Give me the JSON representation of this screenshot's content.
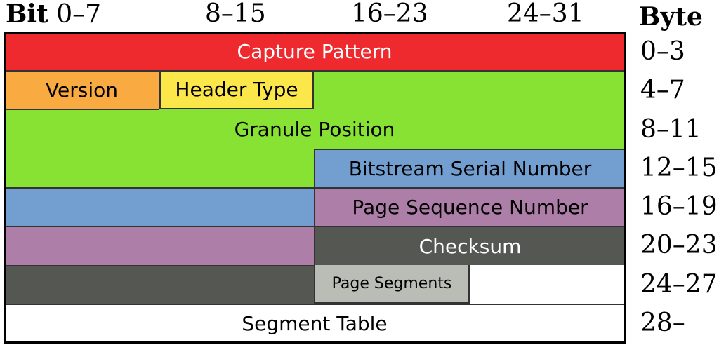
{
  "header": {
    "bit_word": "Bit",
    "bit_ranges": [
      "0–7",
      "8–15",
      "16–23",
      "24–31"
    ],
    "byte_label": "Byte"
  },
  "byte_offsets": [
    "0–3",
    "4–7",
    "8–11",
    "12–15",
    "16–19",
    "20–23",
    "24–27",
    "28–"
  ],
  "fields": {
    "capture_pattern": "Capture Pattern",
    "version": "Version",
    "header_type": "Header Type",
    "granule_position": "Granule Position",
    "bitstream_serial_number": "Bitstream Serial Number",
    "page_sequence_number": "Page Sequence Number",
    "checksum": "Checksum",
    "page_segments": "Page Segments",
    "segment_table": "Segment Table"
  },
  "colors": {
    "capture_pattern": "#ee2a2e",
    "version": "#f9ab41",
    "header_type": "#fce74b",
    "granule_position": "#88e234",
    "bitstream_serial_number": "#729fcf",
    "page_sequence_number": "#ad7fa8",
    "checksum": "#555753",
    "page_segments": "#babdb6",
    "segment_table": "#ffffff"
  }
}
